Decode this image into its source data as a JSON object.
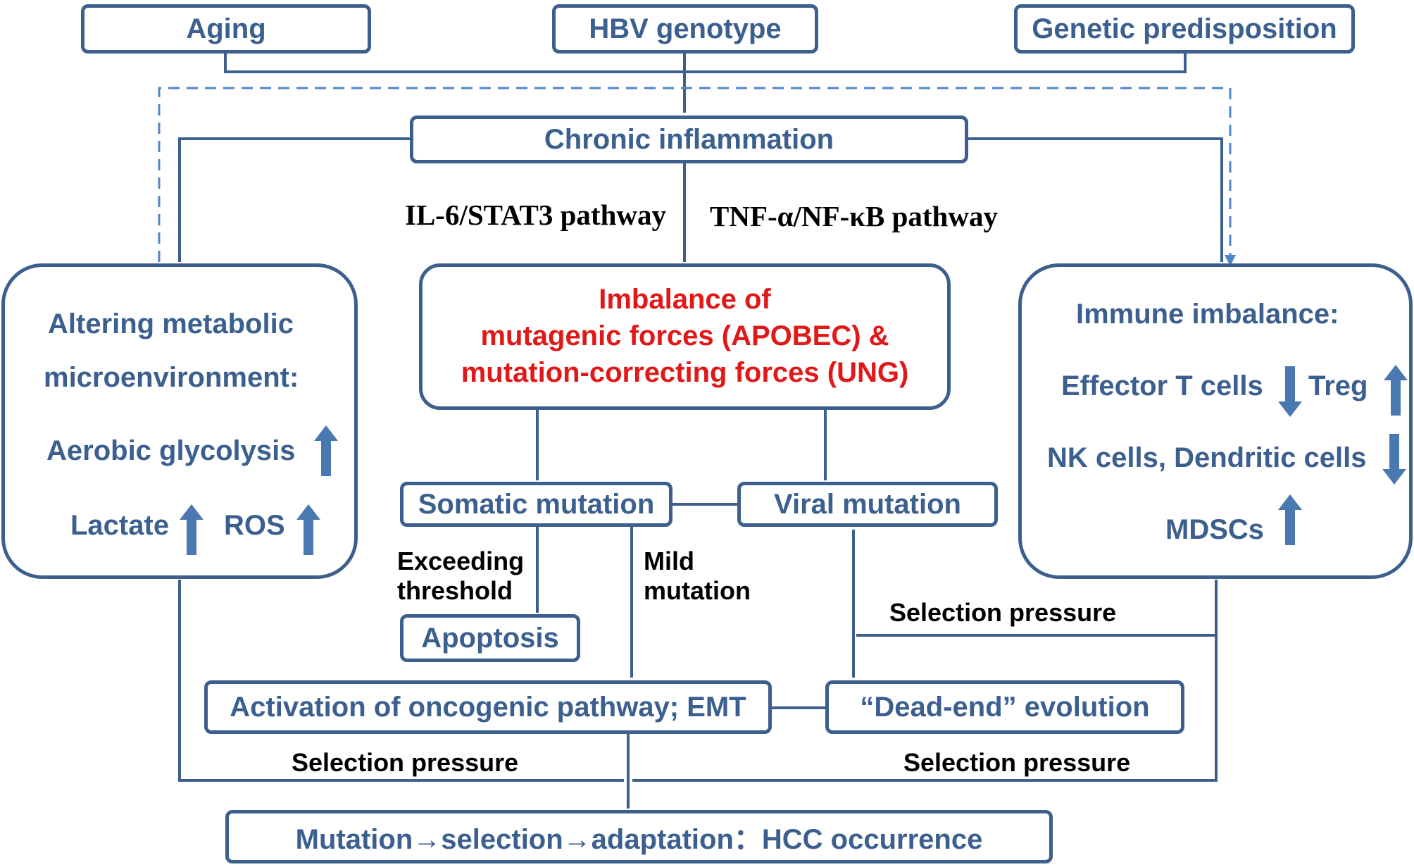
{
  "colors": {
    "box_border": "#3d5f8e",
    "box_text": "#3b5f8f",
    "connector": "#3d5f8e",
    "dashed_line": "#4f86c6",
    "highlight_text": "#e01818",
    "arrow_icon": "#4a78b0",
    "label_text": "#000000"
  },
  "top_factors": {
    "aging": "Aging",
    "hbv_genotype": "HBV genotype",
    "genetic_predisposition": "Genetic predisposition"
  },
  "chronic_inflammation": "Chronic inflammation",
  "pathways": {
    "il6": "IL-6/STAT3 pathway",
    "tnf": "TNF-α/NF-κB pathway"
  },
  "imbalance": {
    "line1": "Imbalance of",
    "line2": "mutagenic forces (APOBEC) &",
    "line3": "mutation-correcting forces (UNG)"
  },
  "metabolic": {
    "title_line1": "Altering metabolic",
    "title_line2": "microenvironment:",
    "aerobic": "Aerobic glycolysis",
    "lactate": "Lactate",
    "ros": "ROS"
  },
  "immune": {
    "title": "Immune imbalance:",
    "effector": "Effector T cells",
    "treg": "Treg",
    "nk": "NK cells, Dendritic cells",
    "mdscs": "MDSCs"
  },
  "somatic_mutation": "Somatic mutation",
  "viral_mutation": "Viral mutation",
  "labels": {
    "exceeding_line1": "Exceeding",
    "exceeding_line2": "threshold",
    "mild_line1": "Mild",
    "mild_line2": "mutation",
    "selection_pressure_right": "Selection pressure",
    "selection_pressure_bottom_left": "Selection pressure",
    "selection_pressure_bottom_right": "Selection pressure"
  },
  "apoptosis": "Apoptosis",
  "oncogenic": "Activation of oncogenic pathway; EMT",
  "dead_end": "“Dead-end” evolution",
  "hcc": "Mutation→selection→adaptation：HCC occurrence"
}
